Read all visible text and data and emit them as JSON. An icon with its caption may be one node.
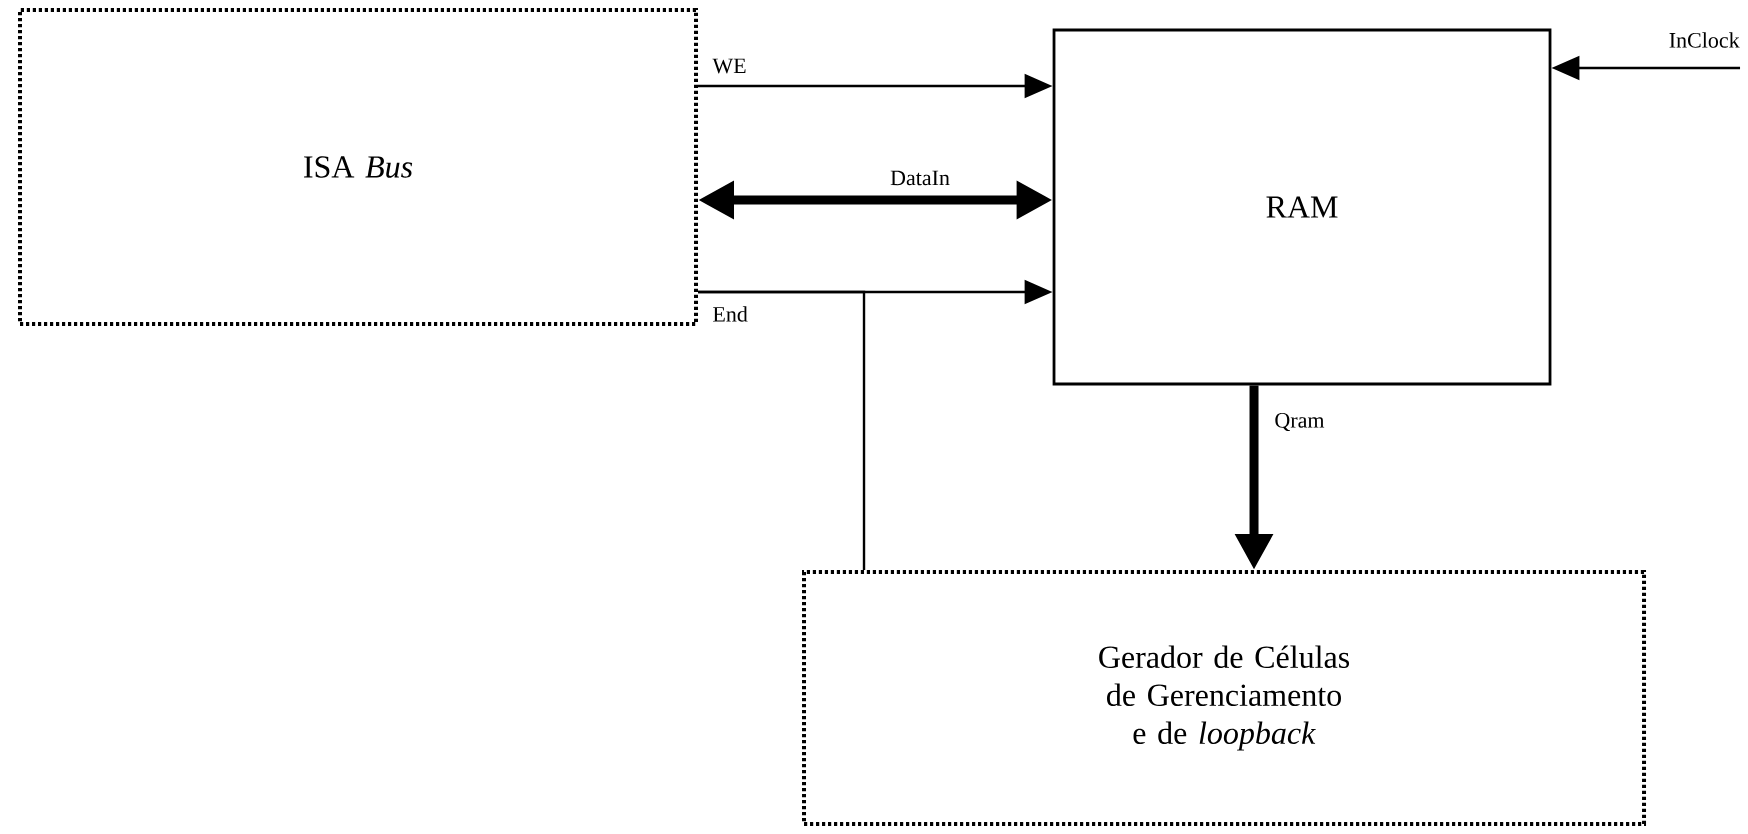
{
  "diagram": {
    "nodes": [
      {
        "text": [
          "ISA *Bus*"
        ]
      },
      {
        "text": [
          "RAM"
        ]
      },
      {
        "text": [
          "Gerador de Células de Gerenciamento e de *loopback*"
        ]
      }
    ],
    "edges": [
      {
        "from": 0,
        "to": 1,
        "arrow": "to",
        "label": "WE"
      },
      {
        "from": 0,
        "to": 1,
        "arrow": "both",
        "label": "DataIn",
        "style": "thick"
      },
      {
        "from": 0,
        "to": 1,
        "arrow": "to",
        "label": "End"
      },
      {
        "from": 0,
        "to": 2,
        "arrow": "none"
      },
      {
        "from": null,
        "to": 1,
        "arrow": "to",
        "label": "InClock"
      },
      {
        "from": 1,
        "to": 2,
        "arrow": "to",
        "label": "Qram",
        "style": "thick"
      }
    ]
  }
}
